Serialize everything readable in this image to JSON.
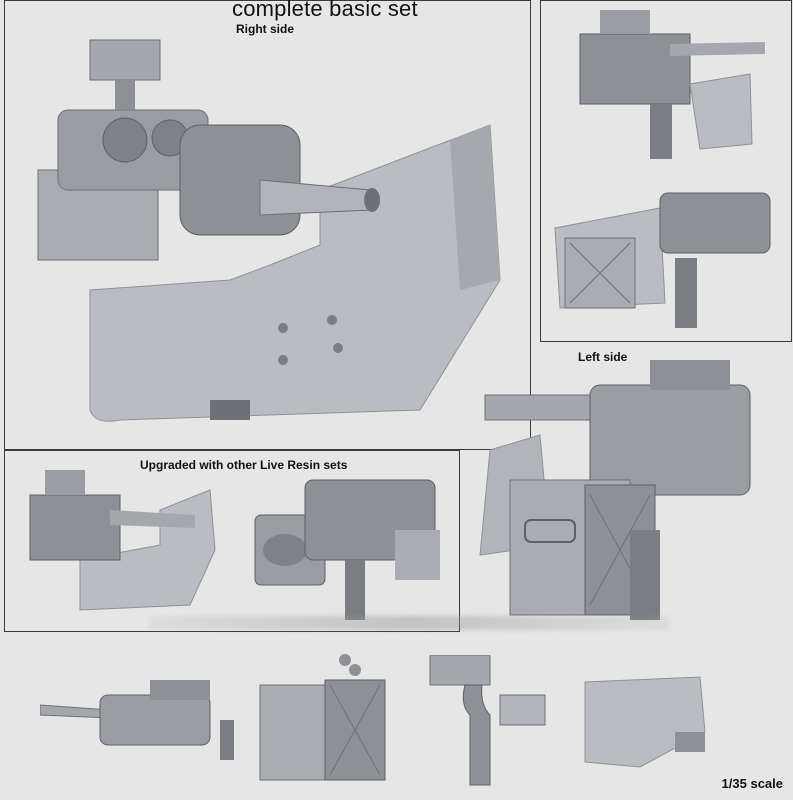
{
  "header": {
    "title": "complete basic set"
  },
  "captions": {
    "right_side": "Right side",
    "left_side": "Left side",
    "upgraded": "Upgraded with other Live Resin sets",
    "scale": "1/35 scale"
  },
  "colors": {
    "background": "#e6e6e6",
    "model_light": "#b9bcc0",
    "model_mid": "#9a9da2",
    "model_dark": "#6d7075",
    "border": "#3a3a3a"
  }
}
